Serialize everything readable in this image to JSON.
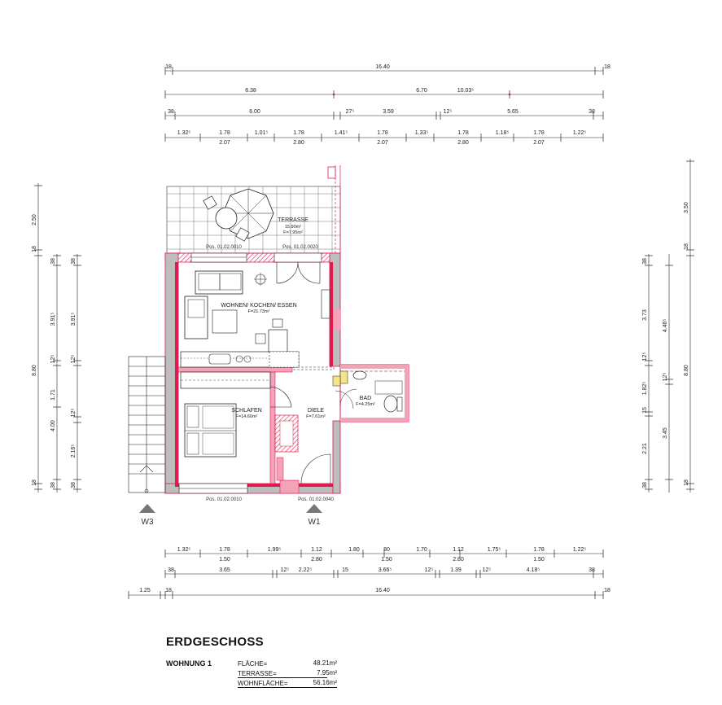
{
  "plan": {
    "dims_top_row1": {
      "left": "18",
      "mid": "16.40",
      "right": "18"
    },
    "dims_top_row2": {
      "a": "6.38",
      "b": "6.70",
      "c": "10.03⁵"
    },
    "dims_top_row3": [
      "38",
      "6.00",
      "27⁵",
      "3.59",
      "12⁵",
      "5.65",
      "38"
    ],
    "dims_top_row4_upper": [
      "1.32⁵",
      "1.78",
      "1.01⁵",
      "1.78",
      "1.41⁵",
      "1.78",
      "1.33⁵",
      "1.78",
      "1.18⁵",
      "1.78",
      "1.22⁵"
    ],
    "dims_top_row4_lower": [
      "2.07",
      "2.80",
      "2.07",
      "2.80",
      "2.07"
    ],
    "dims_bottom_row1_upper": [
      "1.32⁵",
      "1.78",
      "1.99⁵",
      "1.12",
      "1.80",
      "80",
      "1.70",
      "1.12",
      "1.75⁵",
      "1.78",
      "1.22⁵"
    ],
    "dims_bottom_row1_lower": [
      "1.50",
      "2.80",
      "1.50",
      "2.80",
      "1.50"
    ],
    "dims_bottom_row2": [
      "38",
      "3.65",
      "12⁵",
      "2.22⁵",
      "15",
      "3.66⁵",
      "12⁵",
      "1.39",
      "12⁵",
      "4.18⁵",
      "38"
    ],
    "dims_bottom_row3": {
      "left": "1.25",
      "a": "18",
      "mid": "16.40",
      "right": "18"
    },
    "dims_left_outer": [
      "2.50",
      "18",
      "8.80",
      "18"
    ],
    "dims_left_mid": [
      "38",
      "3.91⁵",
      "12⁵",
      "1.71",
      "4.00",
      "38"
    ],
    "dims_left_inner": [
      "38",
      "3.91⁵",
      "12⁵",
      "12⁵",
      "2.16⁵",
      "38"
    ],
    "dims_right_inner": [
      "38",
      "3.73",
      "12⁵",
      "1.82⁵",
      "15",
      "2.21",
      "38"
    ],
    "dims_right_mid": [
      "4.46⁵",
      "12⁵",
      "3.45"
    ],
    "dims_right_outer": [
      "3.50",
      "18",
      "8.80",
      "18"
    ],
    "rooms": {
      "terrasse": {
        "name": "TERRASSE",
        "area1": "15.90m²",
        "area2": "F=7.95m²"
      },
      "wohnen": {
        "name": "WOHNEN/ KOCHEN/ ESSEN",
        "area": "F=21.73m²"
      },
      "schlafen": {
        "name": "SCHLAFEN",
        "area": "F=14.60m²"
      },
      "diele": {
        "name": "DIELE",
        "area": "F=7.61m²"
      },
      "bad": {
        "name": "BAD",
        "area": "F=4.25m²"
      }
    },
    "positions": {
      "p_top_left": "Pos. 01.02.0010",
      "p_top_right": "Pos. 01.02.0020",
      "p_bot_left": "Pos. 01.02.0010",
      "p_bot_right": "Pos. 01.02.0040"
    },
    "windows": {
      "w3": "W3",
      "w1": "W1"
    },
    "colors": {
      "wall": "#e0194f",
      "wall_light": "#f2a3b7",
      "grey": "#bdbdbd",
      "line": "#222222"
    }
  },
  "legend": {
    "title": "ERDGESCHOSS",
    "unit": "WOHNUNG 1",
    "rows": [
      {
        "label": "FLÄCHE=",
        "value": "48.21m²"
      },
      {
        "label": "TERRASSE=",
        "value": "7.95m²"
      },
      {
        "label": "WOHNFLÄCHE=",
        "value": "56.16m²"
      }
    ]
  }
}
